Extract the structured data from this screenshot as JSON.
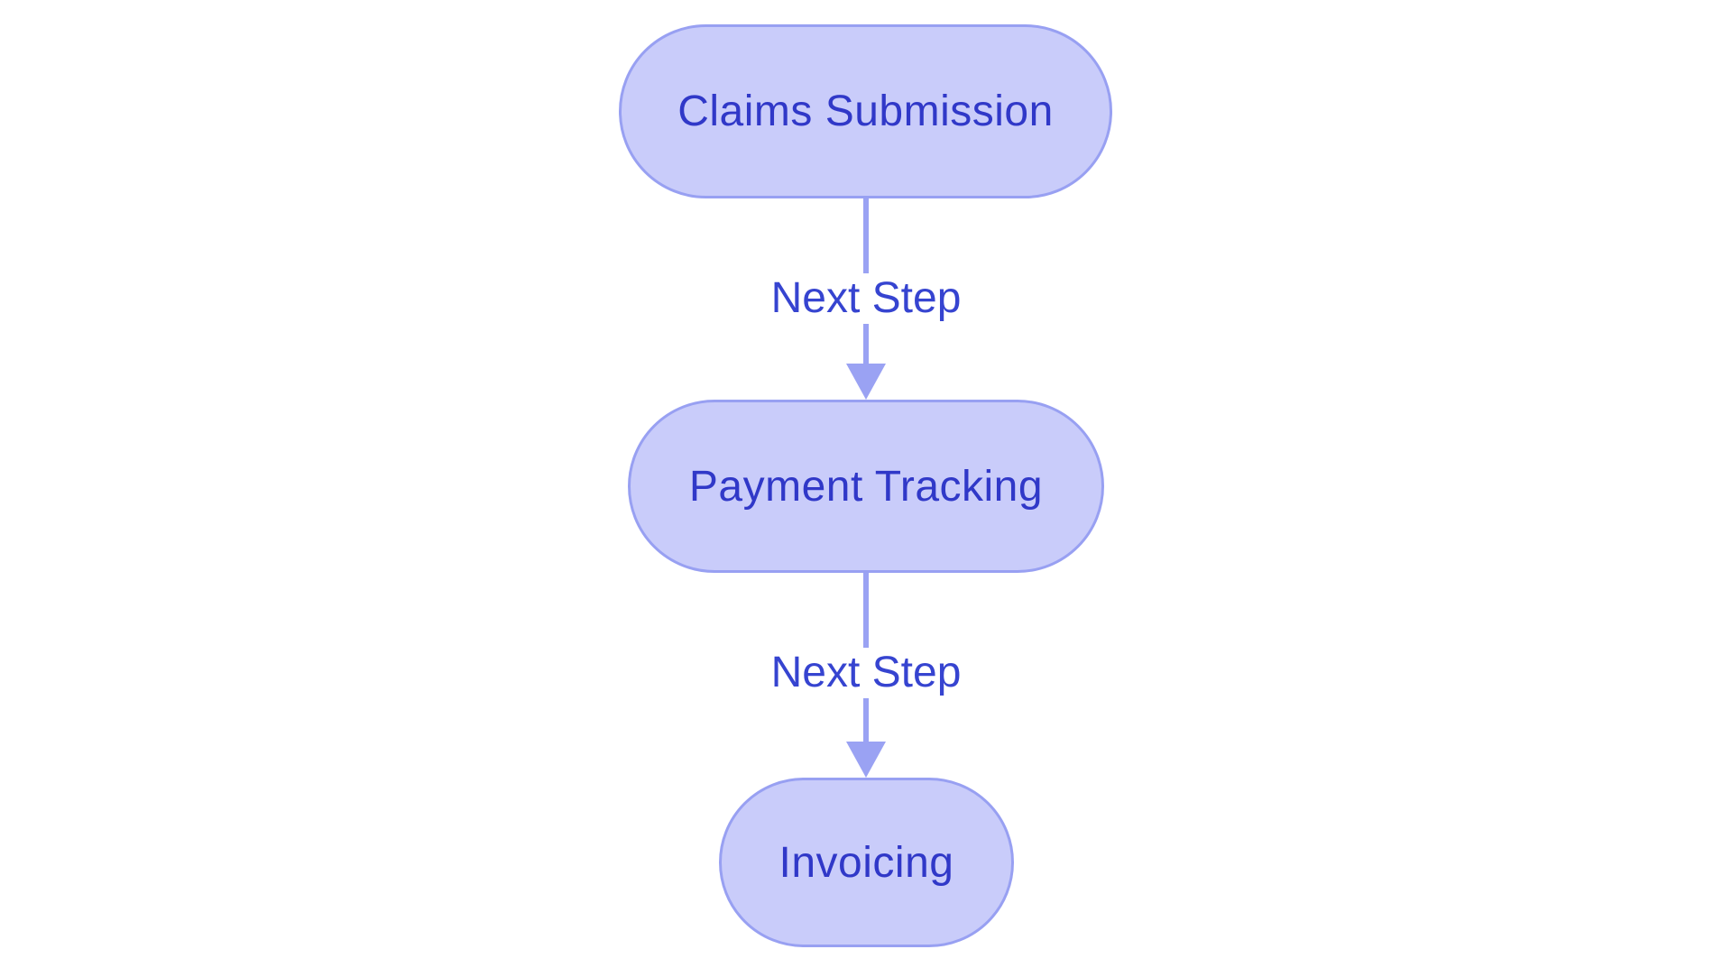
{
  "diagram": {
    "type": "flowchart",
    "direction": "top-down",
    "nodes": [
      {
        "id": "claims-submission",
        "label": "Claims Submission"
      },
      {
        "id": "payment-tracking",
        "label": "Payment Tracking"
      },
      {
        "id": "invoicing",
        "label": "Invoicing"
      }
    ],
    "edges": [
      {
        "from": "claims-submission",
        "to": "payment-tracking",
        "label": "Next Step"
      },
      {
        "from": "payment-tracking",
        "to": "invoicing",
        "label": "Next Step"
      }
    ],
    "colors": {
      "background": "#ffffff",
      "node_fill": "#c9ccfa",
      "node_border": "#98a0f2",
      "node_text": "#3038c8",
      "edge_line": "#9aa2f3",
      "edge_label_text": "#3644d0"
    }
  }
}
